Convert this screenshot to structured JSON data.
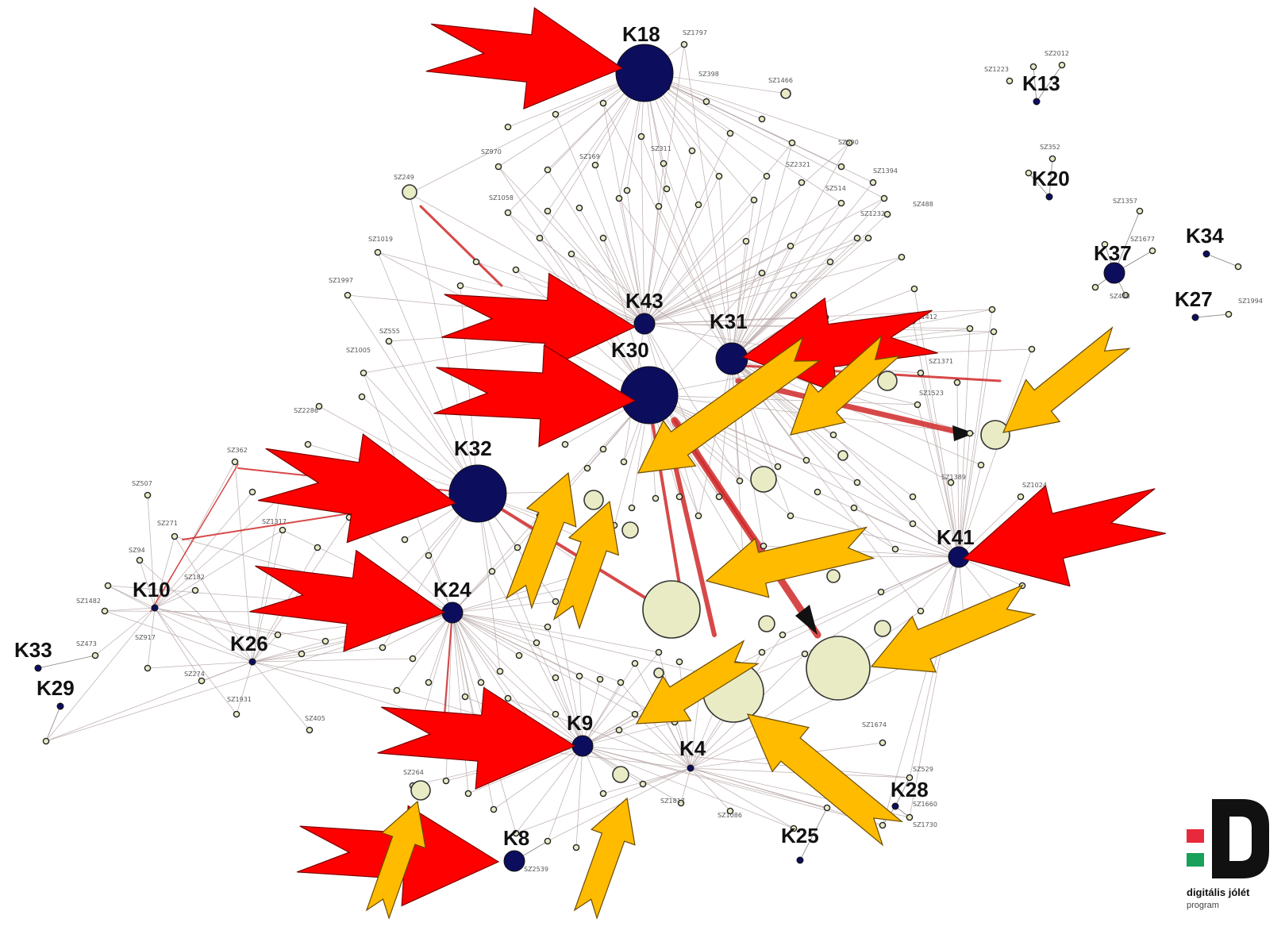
{
  "hubs": [
    {
      "id": "K18",
      "size": "large"
    },
    {
      "id": "K43",
      "size": "small"
    },
    {
      "id": "K30",
      "size": "large"
    },
    {
      "id": "K31",
      "size": "medium"
    },
    {
      "id": "K32",
      "size": "large"
    },
    {
      "id": "K24",
      "size": "small"
    },
    {
      "id": "K9",
      "size": "small"
    },
    {
      "id": "K8",
      "size": "small"
    },
    {
      "id": "K4",
      "size": "tiny"
    },
    {
      "id": "K41",
      "size": "small"
    },
    {
      "id": "K10",
      "size": "tiny"
    },
    {
      "id": "K26",
      "size": "tiny"
    },
    {
      "id": "K33",
      "size": "tiny"
    },
    {
      "id": "K29",
      "size": "tiny"
    },
    {
      "id": "K13",
      "size": "tiny"
    },
    {
      "id": "K20",
      "size": "tiny"
    },
    {
      "id": "K37",
      "size": "small"
    },
    {
      "id": "K34",
      "size": "tiny"
    },
    {
      "id": "K27",
      "size": "tiny"
    },
    {
      "id": "K25",
      "size": "tiny"
    },
    {
      "id": "K28",
      "size": "tiny"
    }
  ],
  "small_node_labels": [
    "SZ1797",
    "SZ398",
    "SZ1466",
    "SZ249",
    "SZ1019",
    "SZ1997",
    "SZ555",
    "SZ1005",
    "SZ2286",
    "SZ362",
    "SZ507",
    "SZ271",
    "SZ1317",
    "SZ94",
    "SZ182",
    "SZ1482",
    "SZ473",
    "SZ917",
    "SZ274",
    "SZ1931",
    "SZ405",
    "SZ264",
    "SZ1223",
    "SZ2012",
    "SZ352",
    "SZ1357",
    "SZ1677",
    "SZ448",
    "SZ1994",
    "SZ1412",
    "SZ1371",
    "SZ1523",
    "SZ1024",
    "SZ1389",
    "SZ529",
    "SZ1660",
    "SZ1730",
    "SZ488",
    "SZ1232",
    "SZ1394",
    "SZ590",
    "SZ1674",
    "SZ1817",
    "SZ1086",
    "SZ2539",
    "SZ311",
    "SZ169",
    "SZ970",
    "SZ1058",
    "SZ2321",
    "SZ514"
  ],
  "logo": {
    "title": "digitális jólét",
    "subtitle": "program"
  },
  "colors": {
    "hub": "#0d0d5e",
    "small_node": "#e8ebc4",
    "edge": "#b9a9a9",
    "heavy_edge": "#d12a2a",
    "red_arrow": "#ff0000",
    "yellow_arrow": "#ffbb00",
    "logo_red": "#e8293b",
    "logo_green": "#19a05a"
  }
}
